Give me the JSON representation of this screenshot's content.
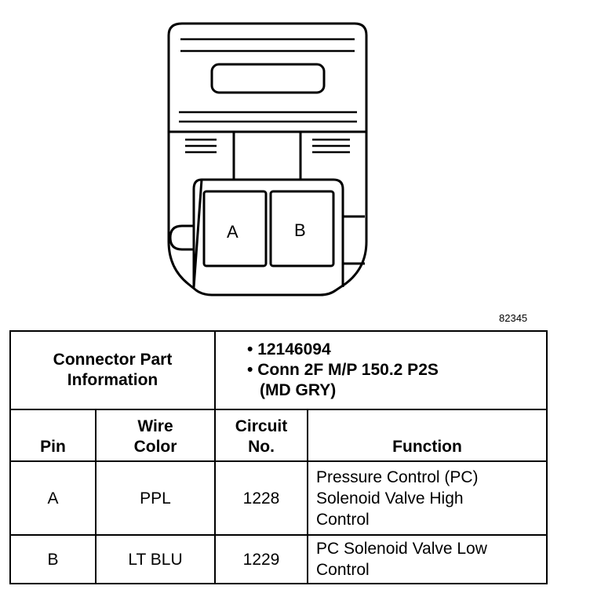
{
  "diagram": {
    "pins": [
      "A",
      "B"
    ],
    "figure_id": "82345"
  },
  "table": {
    "part_info_label_line1": "Connector Part",
    "part_info_label_line2": "Information",
    "part_info_items": [
      "12146094",
      "Conn 2F M/P 150.2 P2S",
      "(MD GRY)"
    ],
    "columns": {
      "pin": "Pin",
      "wire_color_line1": "Wire",
      "wire_color_line2": "Color",
      "circuit_line1": "Circuit",
      "circuit_line2": "No.",
      "function": "Function"
    },
    "rows": [
      {
        "pin": "A",
        "wire_color": "PPL",
        "circuit": "1228",
        "function_lines": [
          "Pressure Control (PC)",
          "Solenoid Valve High",
          "Control"
        ]
      },
      {
        "pin": "B",
        "wire_color": "LT BLU",
        "circuit": "1229",
        "function_lines": [
          "PC Solenoid Valve Low",
          "Control"
        ]
      }
    ]
  }
}
